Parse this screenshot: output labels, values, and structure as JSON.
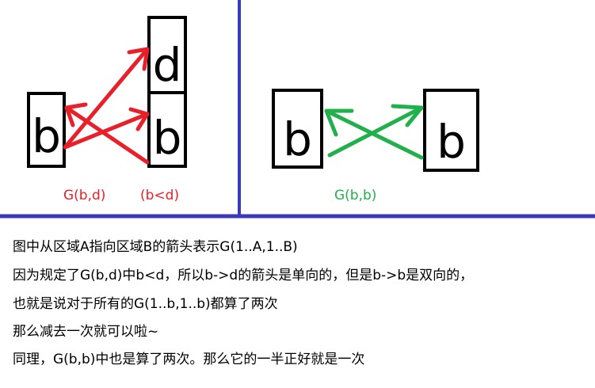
{
  "diagram": {
    "left_panel": {
      "box_b": "b",
      "box_d": "d",
      "box_b2": "b",
      "label_g": "G(b,d)",
      "label_cond": "(b<d)"
    },
    "right_panel": {
      "box_b_left": "b",
      "box_b_right": "b",
      "label_g": "G(b,b)"
    },
    "colors": {
      "divider": "#3a3ab8",
      "red_arrow": "#e8202a",
      "green_arrow": "#22b04c",
      "box_border": "#000000"
    }
  },
  "notes": {
    "line1": "图中从区域A指向区域B的箭头表示G(1..A,1..B)",
    "line2": "因为规定了G(b,d)中b<d，所以b->d的箭头是单向的，但是b->b是双向的，",
    "line3": "也就是说对于所有的G(1..b,1..b)都算了两次",
    "line4": "那么减去一次就可以啦~",
    "line5": "同理，G(b,b)中也是算了两次。那么它的一半正好就是一次"
  }
}
